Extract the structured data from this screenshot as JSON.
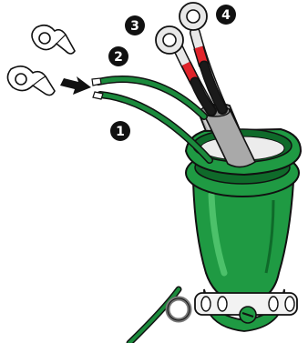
{
  "callouts": [
    {
      "label": "1",
      "ref": "green-wire-lower"
    },
    {
      "label": "2",
      "ref": "green-wire-upper"
    },
    {
      "label": "3",
      "ref": "red-sleeved-wire"
    },
    {
      "label": "4",
      "ref": "black-wire"
    }
  ],
  "colors": {
    "housing_green": "#1f9a43",
    "housing_dark": "#0f6a2a",
    "housing_light": "#4cc16a",
    "wire_green": "#1b8a3c",
    "sheath_gray": "#a9a9a9",
    "sleeve_red": "#e0242b",
    "lug_metal": "#e8e8e8",
    "outline": "#111111"
  }
}
